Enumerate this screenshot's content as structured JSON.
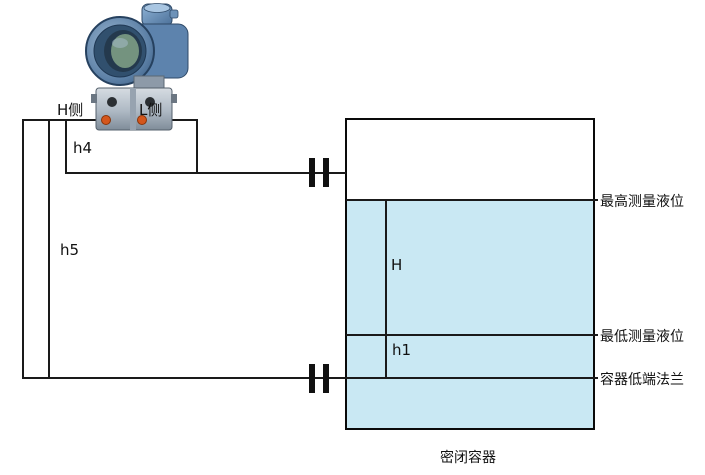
{
  "diagram": {
    "transmitter": {
      "h_side_label": "H侧",
      "l_side_label": "L侧"
    },
    "dimensions": {
      "h4": "h4",
      "h5": "h5",
      "span": "H",
      "h1": "h1"
    },
    "tank": {
      "caption": "密闭容器",
      "max_level_label": "最高测量液位",
      "min_level_label": "最低测量液位",
      "bottom_flange_label": "容器低端法兰"
    },
    "colors": {
      "line": "#1a1a1a",
      "liquid": "#c9e8f3",
      "transmitter_blue": "#5d83ad",
      "bolt_orange": "#d4561c"
    }
  }
}
